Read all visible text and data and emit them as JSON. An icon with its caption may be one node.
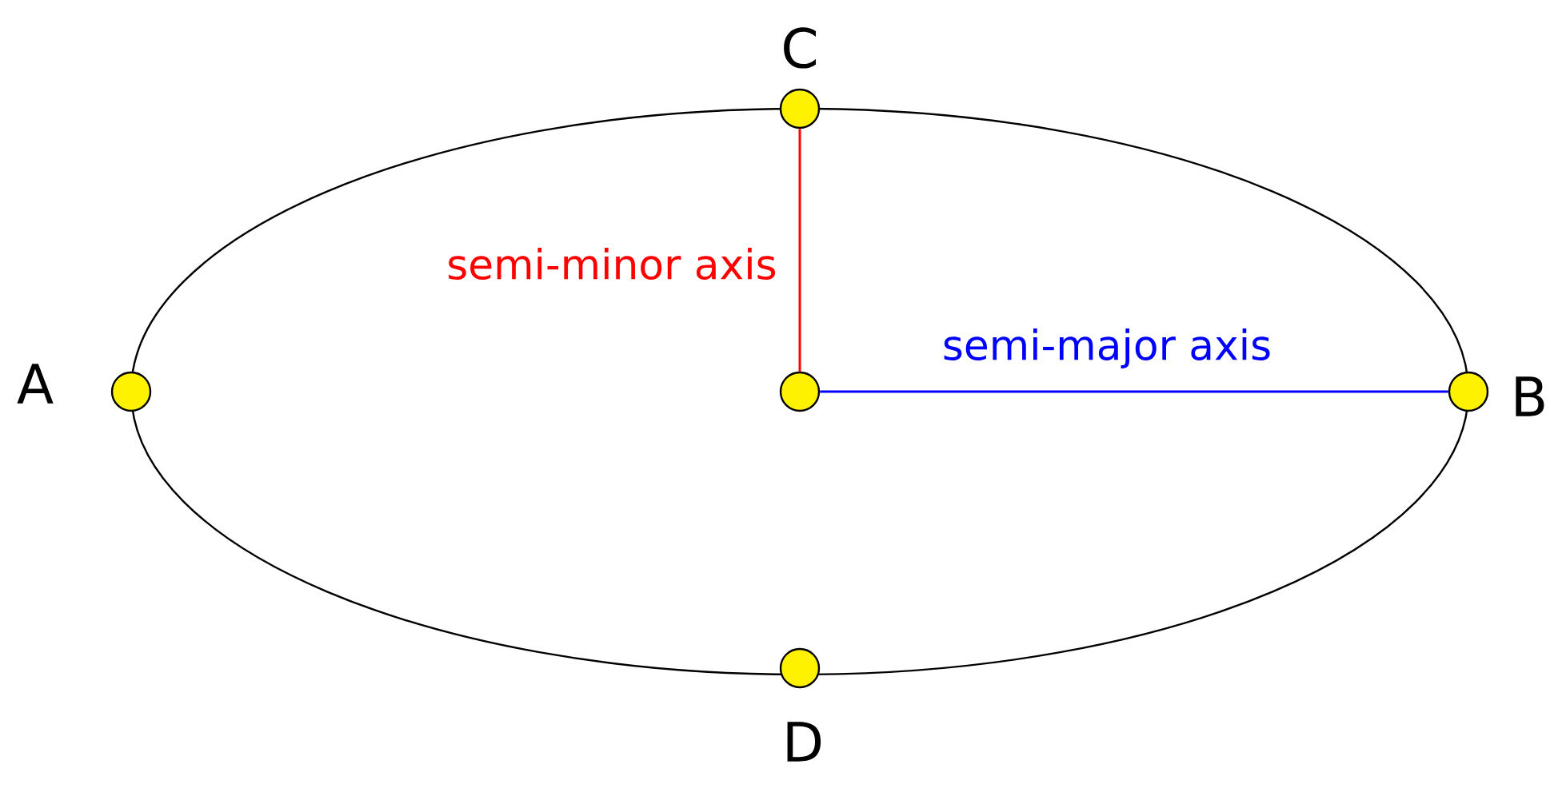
{
  "diagram": {
    "nodes": [
      {
        "text": [],
        "shape": "circle",
        "beside": [
          "C"
        ]
      },
      {
        "text": [],
        "shape": "circle",
        "beside": [
          "A"
        ]
      },
      {
        "text": [],
        "shape": "circle"
      },
      {
        "text": [],
        "shape": "circle",
        "beside": [
          "B"
        ]
      },
      {
        "text": [],
        "shape": "circle",
        "beside": [
          "D"
        ]
      }
    ],
    "edges": [
      {
        "from": 2,
        "to": 0,
        "arrow": "none",
        "label": "semi-minor axis",
        "color": "#ff0000"
      },
      {
        "from": 2,
        "to": 3,
        "arrow": "none",
        "label": "semi-major axis",
        "color": "#0000ff"
      }
    ]
  }
}
